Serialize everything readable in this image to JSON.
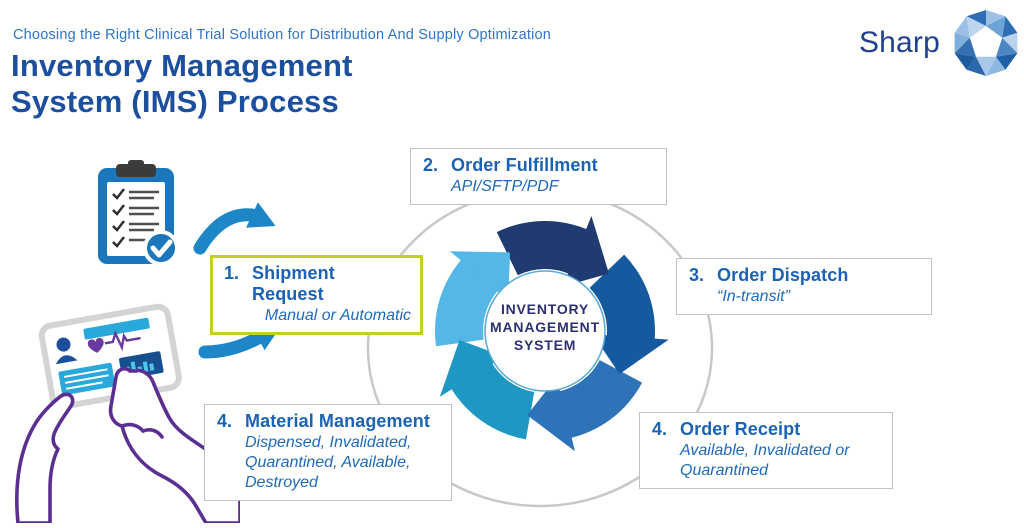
{
  "header": {
    "eyebrow": "Choosing the Right Clinical Trial Solution for Distribution And Supply Optimization",
    "title": "Inventory Management\nSystem (IMS) Process",
    "brand": "Sharp"
  },
  "diagram": {
    "center_label": "INVENTORY\nMANAGEMENT\nSYSTEM",
    "steps": [
      {
        "number": "1.",
        "title": "Shipment Request",
        "subtitle": "Manual or Automatic",
        "highlighted": true
      },
      {
        "number": "2.",
        "title": "Order Fulfillment",
        "subtitle": "API/SFTP/PDF",
        "highlighted": false
      },
      {
        "number": "3.",
        "title": "Order Dispatch",
        "subtitle": "“In-transit”",
        "highlighted": false
      },
      {
        "number": "4.",
        "title": "Order Receipt",
        "subtitle": "Available, Invalidated or\nQuarantined",
        "highlighted": false
      },
      {
        "number": "4.",
        "title": "Material Management",
        "subtitle": "Dispensed, Invalidated,\nQuarantined, Available,\nDestroyed",
        "highlighted": false
      }
    ],
    "flow_direction": "clockwise",
    "icons": [
      "clipboard-checklist-icon",
      "tablet-hands-icon",
      "curved-arrow-icon",
      "sharp-gem-logo-icon"
    ]
  },
  "colors": {
    "title_blue": "#1d4f9f",
    "eyebrow_blue": "#2e75c9",
    "step_text_blue": "#1c63b5",
    "center_text_navy": "#2c3170",
    "highlight_border": "#c3cf21",
    "outer_ring_gray": "#c8c8c8",
    "input_arrow_blue": "#1d86c6",
    "cycle": [
      "#55b7e8",
      "#203a72",
      "#15599f",
      "#2e72b7",
      "#1e97c2"
    ]
  }
}
